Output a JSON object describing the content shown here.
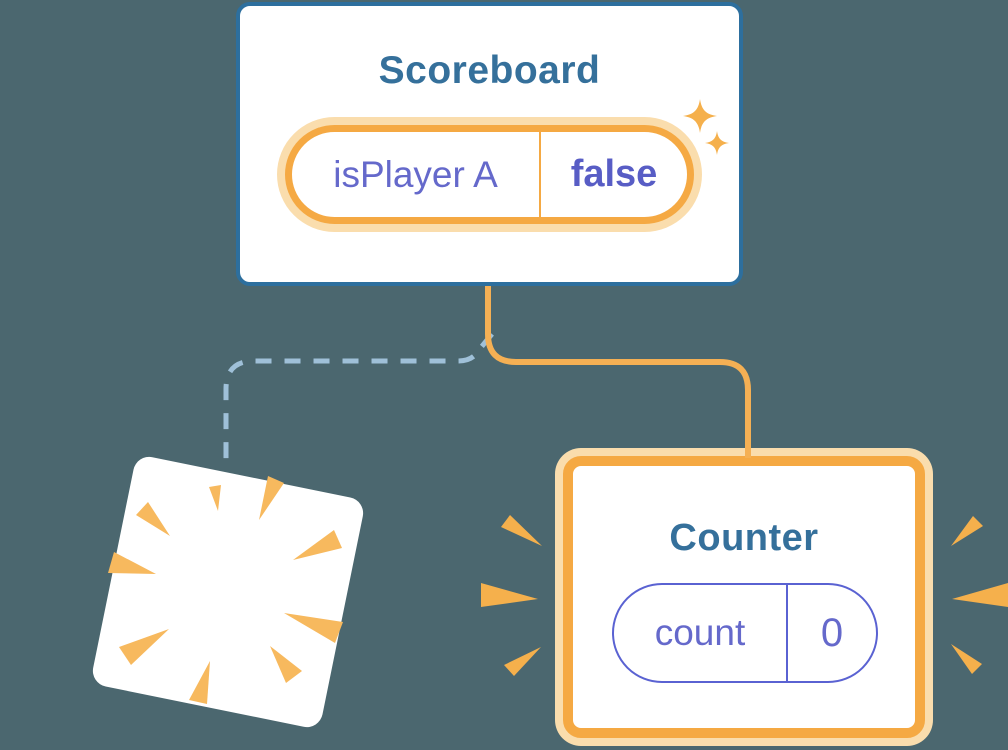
{
  "colors": {
    "bg": "#4B676F",
    "cardBorder": "#2D6F9E",
    "titleBlue": "#35709B",
    "orange": "#F5A943",
    "orangeGlow": "#FADDAD",
    "orangeLine": "#F5B054",
    "rayOrange": "#F7B95E",
    "sparkleOrange": "#F5B04C",
    "dashBlue": "#9FC0D8",
    "purpleKey": "#6569CB",
    "purpleValue": "#585DC5",
    "purpleBorder": "#5A62D2",
    "white": "#FFFFFF"
  },
  "scoreboard": {
    "title": "Scoreboard",
    "state": {
      "key": "isPlayer A",
      "value": "false"
    }
  },
  "counter": {
    "title": "Counter",
    "state": {
      "key": "count",
      "value": "0"
    }
  }
}
